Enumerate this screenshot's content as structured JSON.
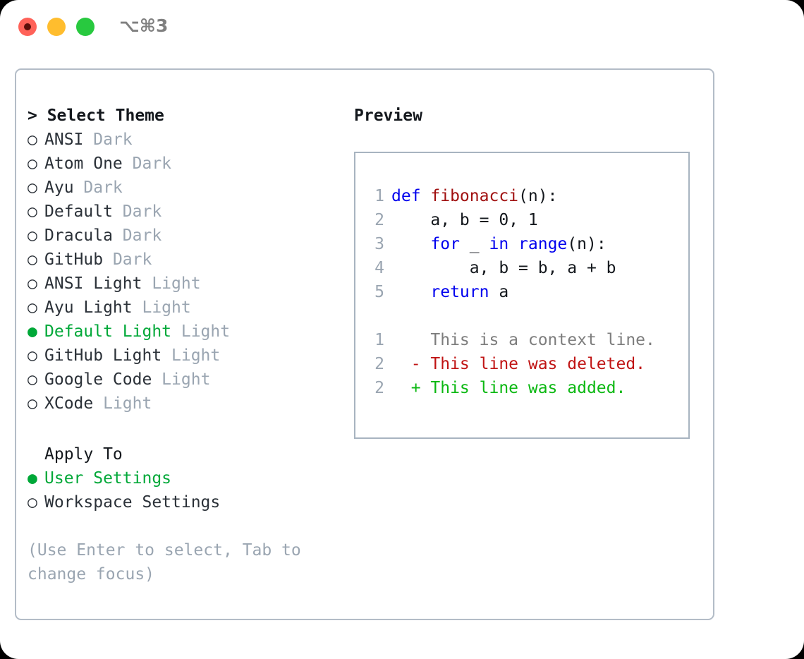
{
  "window": {
    "shortcut": "⌥⌘3",
    "lights": [
      "close-red",
      "minimize-yellow",
      "maximize-green"
    ]
  },
  "theme_picker": {
    "title": "> Select Theme",
    "bullet_off": "○",
    "bullet_on": "●",
    "items": [
      {
        "name": "ANSI",
        "variant": "Dark",
        "selected": false
      },
      {
        "name": "Atom One",
        "variant": "Dark",
        "selected": false
      },
      {
        "name": "Ayu",
        "variant": "Dark",
        "selected": false
      },
      {
        "name": "Default",
        "variant": "Dark",
        "selected": false
      },
      {
        "name": "Dracula",
        "variant": "Dark",
        "selected": false
      },
      {
        "name": "GitHub",
        "variant": "Dark",
        "selected": false
      },
      {
        "name": "ANSI Light",
        "variant": "Light",
        "selected": false
      },
      {
        "name": "Ayu Light",
        "variant": "Light",
        "selected": false
      },
      {
        "name": "Default Light",
        "variant": "Light",
        "selected": true
      },
      {
        "name": "GitHub Light",
        "variant": "Light",
        "selected": false
      },
      {
        "name": "Google Code",
        "variant": "Light",
        "selected": false
      },
      {
        "name": "XCode",
        "variant": "Light",
        "selected": false
      }
    ]
  },
  "apply_to": {
    "title": "Apply To",
    "options": [
      {
        "label": "User Settings",
        "selected": true
      },
      {
        "label": "Workspace Settings",
        "selected": false
      }
    ]
  },
  "hint": "(Use Enter to select, Tab to\nchange focus)",
  "preview": {
    "title": "Preview",
    "code_lines": [
      {
        "num": "1",
        "indent": "",
        "tokens": [
          {
            "t": "def ",
            "c": "kw"
          },
          {
            "t": "fibonacci",
            "c": "fn"
          },
          {
            "t": "(n):",
            "c": "plain"
          }
        ]
      },
      {
        "num": "2",
        "indent": "    ",
        "tokens": [
          {
            "t": "a, b = 0, 1",
            "c": "plain"
          }
        ]
      },
      {
        "num": "3",
        "indent": "    ",
        "tokens": [
          {
            "t": "for ",
            "c": "kw"
          },
          {
            "t": "_ ",
            "c": "plain"
          },
          {
            "t": "in ",
            "c": "kw"
          },
          {
            "t": "range",
            "c": "kw"
          },
          {
            "t": "(n):",
            "c": "plain"
          }
        ]
      },
      {
        "num": "4",
        "indent": "        ",
        "tokens": [
          {
            "t": "a, b = b, a + b",
            "c": "plain"
          }
        ]
      },
      {
        "num": "5",
        "indent": "    ",
        "tokens": [
          {
            "t": "return ",
            "c": "kw"
          },
          {
            "t": "a",
            "c": "plain"
          }
        ]
      }
    ],
    "diff_lines": [
      {
        "num": "1",
        "marker": "  ",
        "text": "This is a context line.",
        "kind": "context"
      },
      {
        "num": "2",
        "marker": "- ",
        "text": "This line was deleted.",
        "kind": "deleted"
      },
      {
        "num": "2",
        "marker": "+ ",
        "text": "This line was added.",
        "kind": "added"
      }
    ]
  },
  "colors": {
    "accent_green": "#00a838",
    "muted": "#9aa5b1",
    "keyword_blue": "#0000ee",
    "function_red": "#a01010",
    "diff_deleted": "#c01414",
    "diff_added": "#0bb812",
    "border": "#b3bcc7"
  }
}
